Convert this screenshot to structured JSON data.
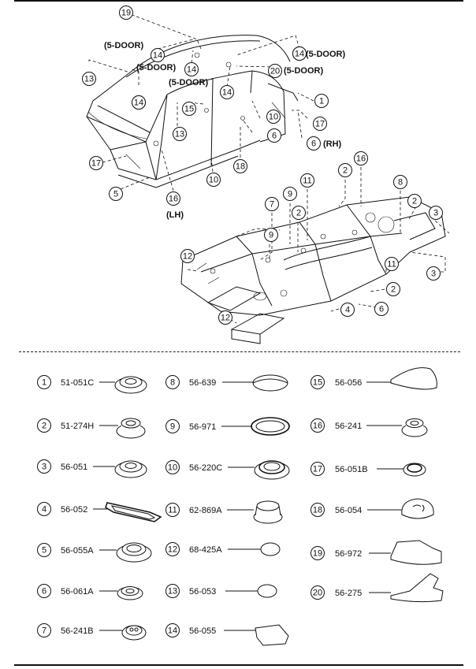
{
  "diagram": {
    "notes": {
      "five_door": "(5-DOOR)",
      "rh": "(RH)",
      "lh": "(LH)"
    },
    "callouts_upper": [
      "19",
      "14",
      "14",
      "14",
      "14",
      "14",
      "13",
      "14",
      "20",
      "14",
      "15",
      "1",
      "13",
      "10",
      "17",
      "6",
      "6",
      "17",
      "5",
      "18",
      "10",
      "16"
    ],
    "callouts_lower": [
      "16",
      "2",
      "11",
      "9",
      "7",
      "8",
      "2",
      "2",
      "3",
      "9",
      "12",
      "11",
      "3",
      "2",
      "6",
      "4",
      "12"
    ]
  },
  "parts": [
    {
      "ref": "1",
      "number": "51-051C"
    },
    {
      "ref": "2",
      "number": "51-274H"
    },
    {
      "ref": "3",
      "number": "56-051"
    },
    {
      "ref": "4",
      "number": "56-052"
    },
    {
      "ref": "5",
      "number": "56-055A"
    },
    {
      "ref": "6",
      "number": "56-061A"
    },
    {
      "ref": "7",
      "number": "56-241B"
    },
    {
      "ref": "8",
      "number": "56-639"
    },
    {
      "ref": "9",
      "number": "56-971"
    },
    {
      "ref": "10",
      "number": "56-220C"
    },
    {
      "ref": "11",
      "number": "62-869A"
    },
    {
      "ref": "12",
      "number": "68-425A"
    },
    {
      "ref": "13",
      "number": "56-053"
    },
    {
      "ref": "14",
      "number": "56-055"
    },
    {
      "ref": "15",
      "number": "56-056"
    },
    {
      "ref": "16",
      "number": "56-241"
    },
    {
      "ref": "17",
      "number": "56-051B"
    },
    {
      "ref": "18",
      "number": "56-054"
    },
    {
      "ref": "19",
      "number": "56-972"
    },
    {
      "ref": "20",
      "number": "56-275"
    }
  ]
}
